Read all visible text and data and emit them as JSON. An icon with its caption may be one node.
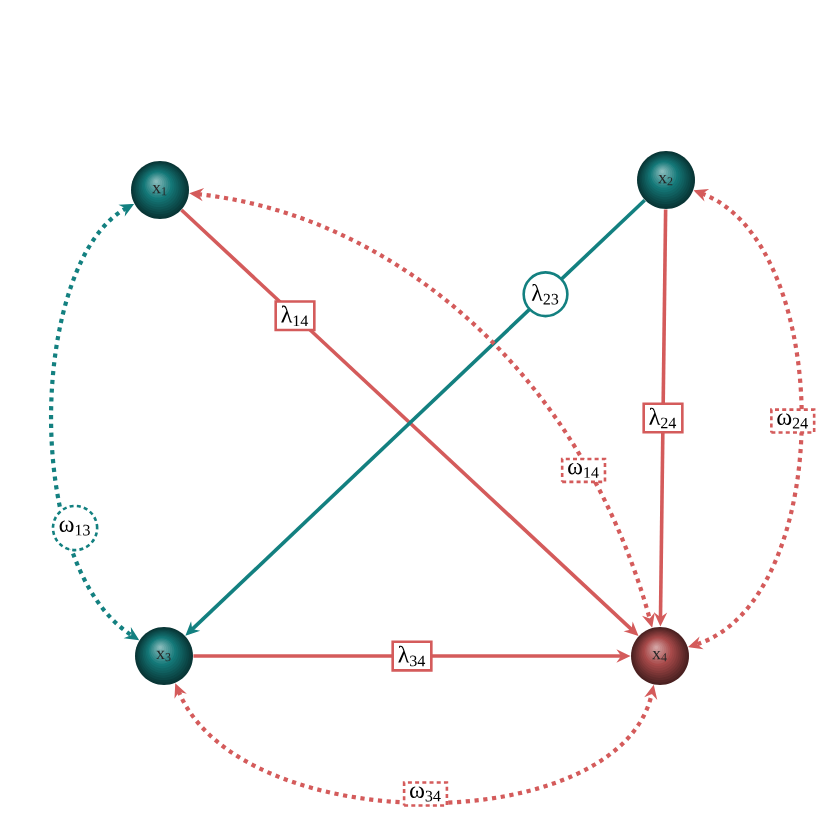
{
  "diagram": {
    "nodes": [
      {
        "text": [
          "x$_{1}$"
        ]
      },
      {
        "text": [
          "x$_{2}$"
        ]
      },
      {
        "text": [
          "x$_{3}$"
        ]
      },
      {
        "text": [
          "x$_{4}$"
        ]
      }
    ],
    "edges": [
      {
        "from": 0,
        "to": 3,
        "arrow": "to",
        "label": "λ$_{14}$"
      },
      {
        "from": 1,
        "to": 2,
        "arrow": "to",
        "label": "λ$_{23}$",
        "color": "#138080"
      },
      {
        "from": 1,
        "to": 3,
        "arrow": "to",
        "label": "λ$_{24}$"
      },
      {
        "from": 2,
        "to": 3,
        "arrow": "to",
        "label": "λ$_{34}$"
      },
      {
        "from": 0,
        "to": 2,
        "arrow": "both",
        "label": "ω$_{13}$",
        "style": "dashed",
        "color": "#138080"
      },
      {
        "from": 0,
        "to": 3,
        "arrow": "both",
        "label": "ω$_{14}$",
        "style": "dashed"
      },
      {
        "from": 1,
        "to": 3,
        "arrow": "both",
        "label": "ω$_{24}$",
        "style": "dashed"
      },
      {
        "from": 2,
        "to": 3,
        "arrow": "both",
        "label": "ω$_{34}$",
        "style": "dashed"
      }
    ]
  }
}
